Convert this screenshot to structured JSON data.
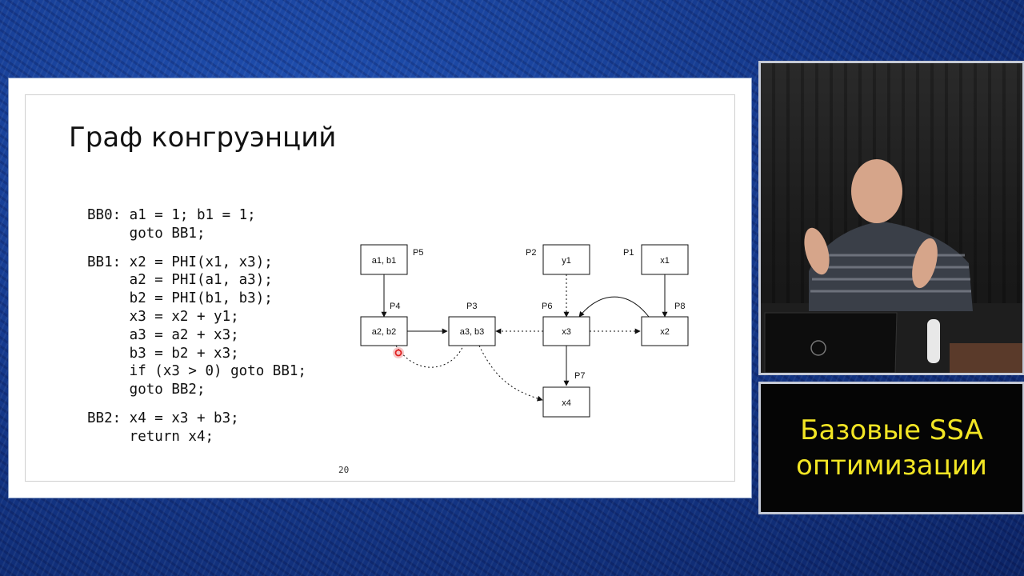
{
  "slide": {
    "title": "Граф конгруэнций",
    "page_number": "20",
    "code_lines": [
      "BB0: a1 = 1; b1 = 1;",
      "     goto BB1;",
      "",
      "BB1: x2 = PHI(x1, x3);",
      "     a2 = PHI(a1, a3);",
      "     b2 = PHI(b1, b3);",
      "     x3 = x2 + y1;",
      "     a3 = a2 + x3;",
      "     b3 = b2 + x3;",
      "     if (x3 > 0) goto BB1;",
      "     goto BB2;",
      "",
      "BB2: x4 = x3 + b3;",
      "     return x4;"
    ],
    "graph": {
      "nodes": {
        "a1b1": "a1, b1",
        "a2b2": "a2, b2",
        "a3b3": "a3, b3",
        "y1": "y1",
        "x1": "x1",
        "x3": "x3",
        "x2": "x2",
        "x4": "x4"
      },
      "ports": {
        "p1": "P1",
        "p2": "P2",
        "p3": "P3",
        "p4": "P4",
        "p5": "P5",
        "p6": "P6",
        "p7": "P7",
        "p8": "P8"
      }
    }
  },
  "video": {
    "caption_line1": "Базовые SSA",
    "caption_line2": "оптимизации"
  },
  "colors": {
    "caption_text": "#f2e524",
    "background_blue": "#163b8f",
    "cursor_red": "#e02020"
  }
}
